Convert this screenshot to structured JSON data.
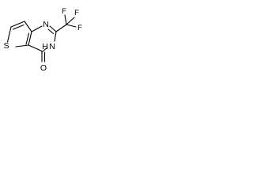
{
  "molecule": {
    "atoms": {
      "S": "S",
      "N1": "N",
      "NH_N": "N",
      "NH_H": "H",
      "F1": "F",
      "F2": "F",
      "F3": "F",
      "O": "O"
    },
    "colors": {
      "bond": "#000000",
      "label": "#000000",
      "background": "#ffffff"
    }
  }
}
